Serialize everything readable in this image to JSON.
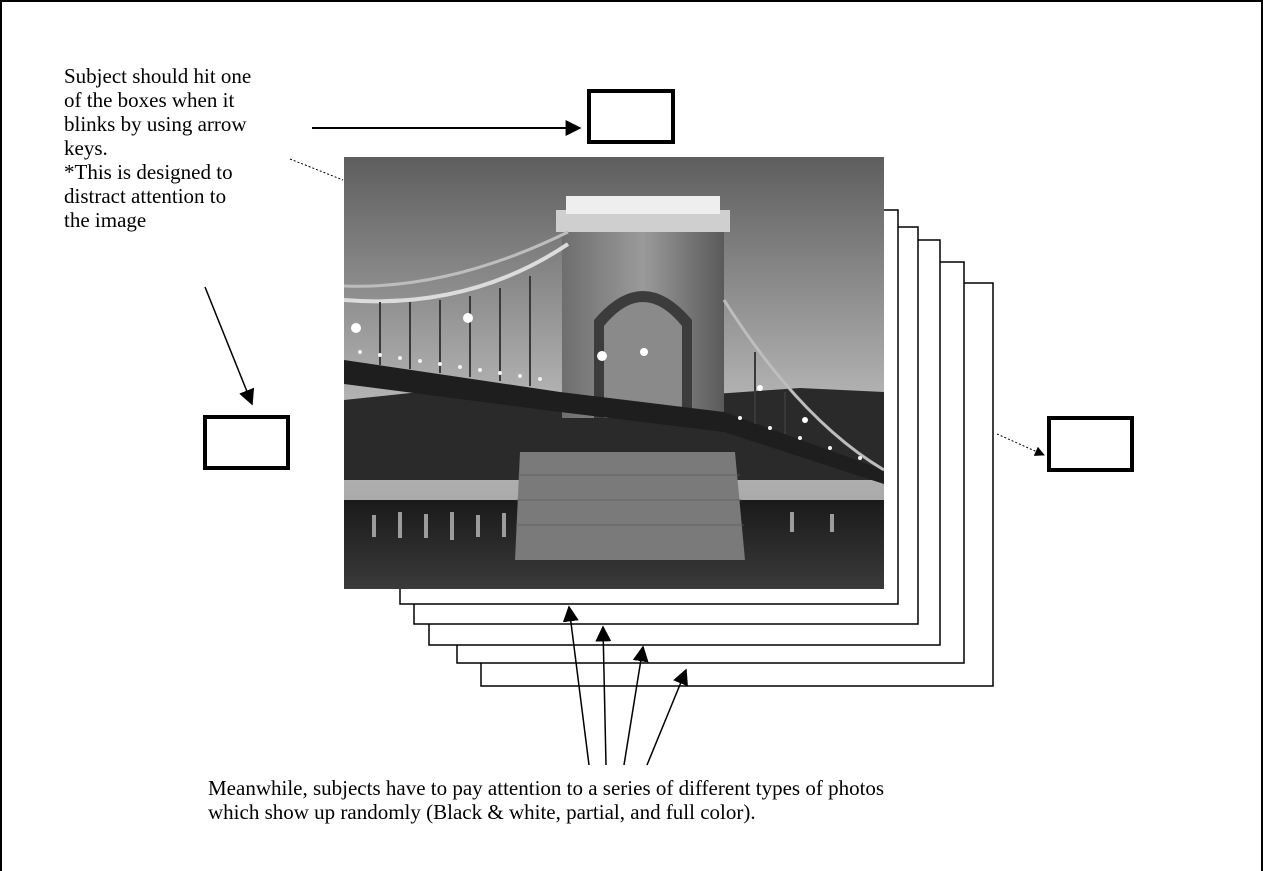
{
  "diagram": {
    "instruction_note": [
      "Subject should hit one",
      "of the boxes when it",
      "blinks by using arrow",
      "keys.",
      "*This is designed to",
      "distract attention to",
      "the image"
    ],
    "caption": [
      "Meanwhile, subjects have to pay attention to a series of different types of photos",
      "which show up randomly (Black & white, partial, and full color)."
    ],
    "photo_subject": "bridge-at-night-grayscale",
    "colors": {
      "ink": "#000000",
      "background": "#ffffff",
      "photo_sky_top": "#5e5e5e",
      "photo_sky_bottom": "#bdbdbd"
    }
  }
}
